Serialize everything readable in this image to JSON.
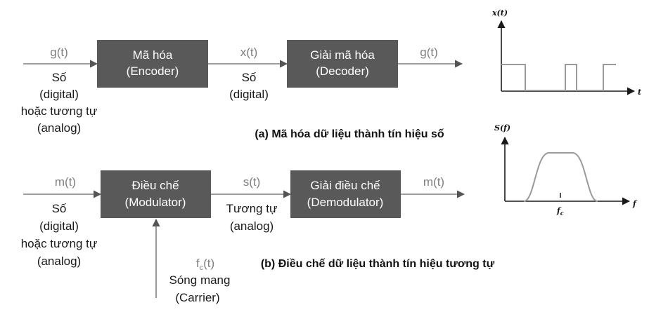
{
  "part_a": {
    "input_signal": "g(t)",
    "input_desc": [
      "Số",
      "(digital)",
      "hoặc tương tự",
      "(analog)"
    ],
    "block1": [
      "Mã hóa",
      "(Encoder)"
    ],
    "mid_signal": "x(t)",
    "mid_desc": [
      "Số",
      "(digital)"
    ],
    "block2": [
      "Giải mã hóa",
      "(Decoder)"
    ],
    "output_signal": "g(t)",
    "caption": "(a) Mã hóa dữ liệu thành tín hiệu số"
  },
  "part_b": {
    "input_signal": "m(t)",
    "input_desc": [
      "Số",
      "(digital)",
      "hoặc tương tự",
      "(analog)"
    ],
    "block1": [
      "Điều chế",
      "(Modulator)"
    ],
    "mid_signal": "s(t)",
    "mid_desc": [
      "Tương tự",
      "(analog)"
    ],
    "block2": [
      "Giải điều chế",
      "(Demodulator)"
    ],
    "output_signal": "m(t)",
    "carrier_signal": "f",
    "carrier_sub": "c",
    "carrier_suffix": "(t)",
    "carrier_desc": [
      "Sóng mang",
      "(Carrier)"
    ],
    "caption": "(b) Điều chế dữ liệu thành tín hiệu tương tự"
  },
  "graph_time": {
    "y_label": "x(t)",
    "x_label": "t"
  },
  "graph_freq": {
    "y_label": "S(f)",
    "x_label": "f",
    "tick_label": "f",
    "tick_sub": "c"
  },
  "colors": {
    "block_fill": "#595959",
    "signal_text": "#7f7f7f",
    "trace": "#9a9a9a"
  }
}
